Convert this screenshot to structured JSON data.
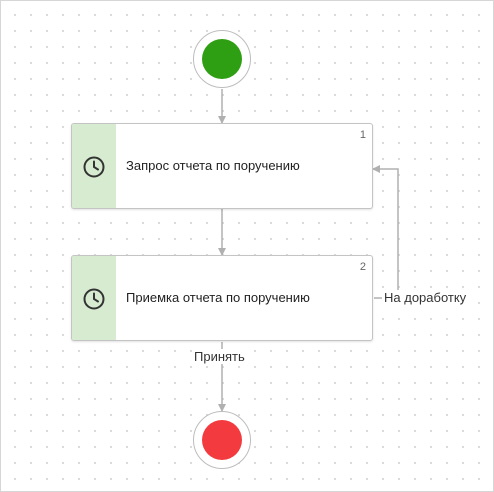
{
  "diagram": {
    "colors": {
      "start": "#2e9e12",
      "end": "#f23a3f",
      "task_stripe": "#d6ebd0",
      "connector": "#b0b0b0"
    },
    "start_event": {
      "icon": "start-event-circle"
    },
    "end_event": {
      "icon": "end-event-circle"
    },
    "tasks": [
      {
        "number": "1",
        "title": "Запрос отчета по поручению",
        "icon": "clock-icon"
      },
      {
        "number": "2",
        "title": "Приемка отчета по поручению",
        "icon": "clock-icon"
      }
    ],
    "flows": {
      "accept_label": "Принять",
      "rework_label": "На доработку"
    }
  }
}
